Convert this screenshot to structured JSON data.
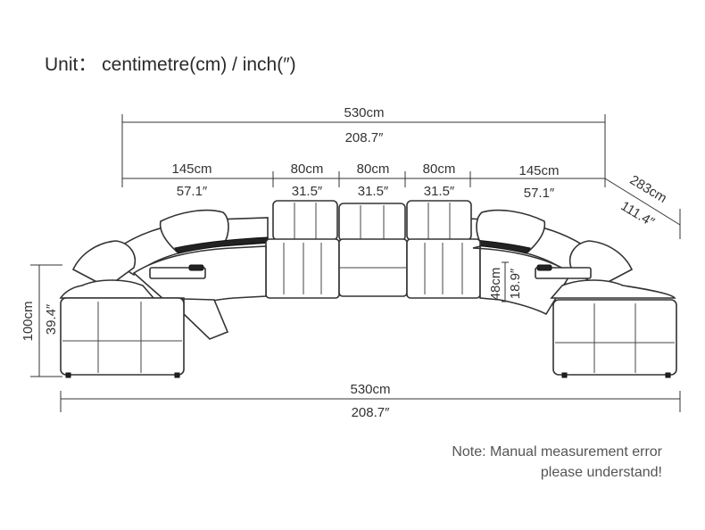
{
  "title": "Unit： centimetre(cm) / inch(″)",
  "note": {
    "line1": "Note: Manual measurement error",
    "line2": "please understand!"
  },
  "dimensions": {
    "top_total": {
      "cm": "530cm",
      "inch": "208.7″"
    },
    "segments": [
      {
        "cm": "145cm",
        "inch": "57.1″"
      },
      {
        "cm": "80cm",
        "inch": "31.5″"
      },
      {
        "cm": "80cm",
        "inch": "31.5″"
      },
      {
        "cm": "80cm",
        "inch": "31.5″"
      },
      {
        "cm": "145cm",
        "inch": "57.1″"
      }
    ],
    "depth": {
      "cm": "283cm",
      "inch": "111.4″"
    },
    "height": {
      "cm": "100cm",
      "inch": "39.4″"
    },
    "seat_height": {
      "cm": "48cm",
      "inch": "18.9″"
    },
    "bottom_total": {
      "cm": "530cm",
      "inch": "208.7″"
    }
  }
}
